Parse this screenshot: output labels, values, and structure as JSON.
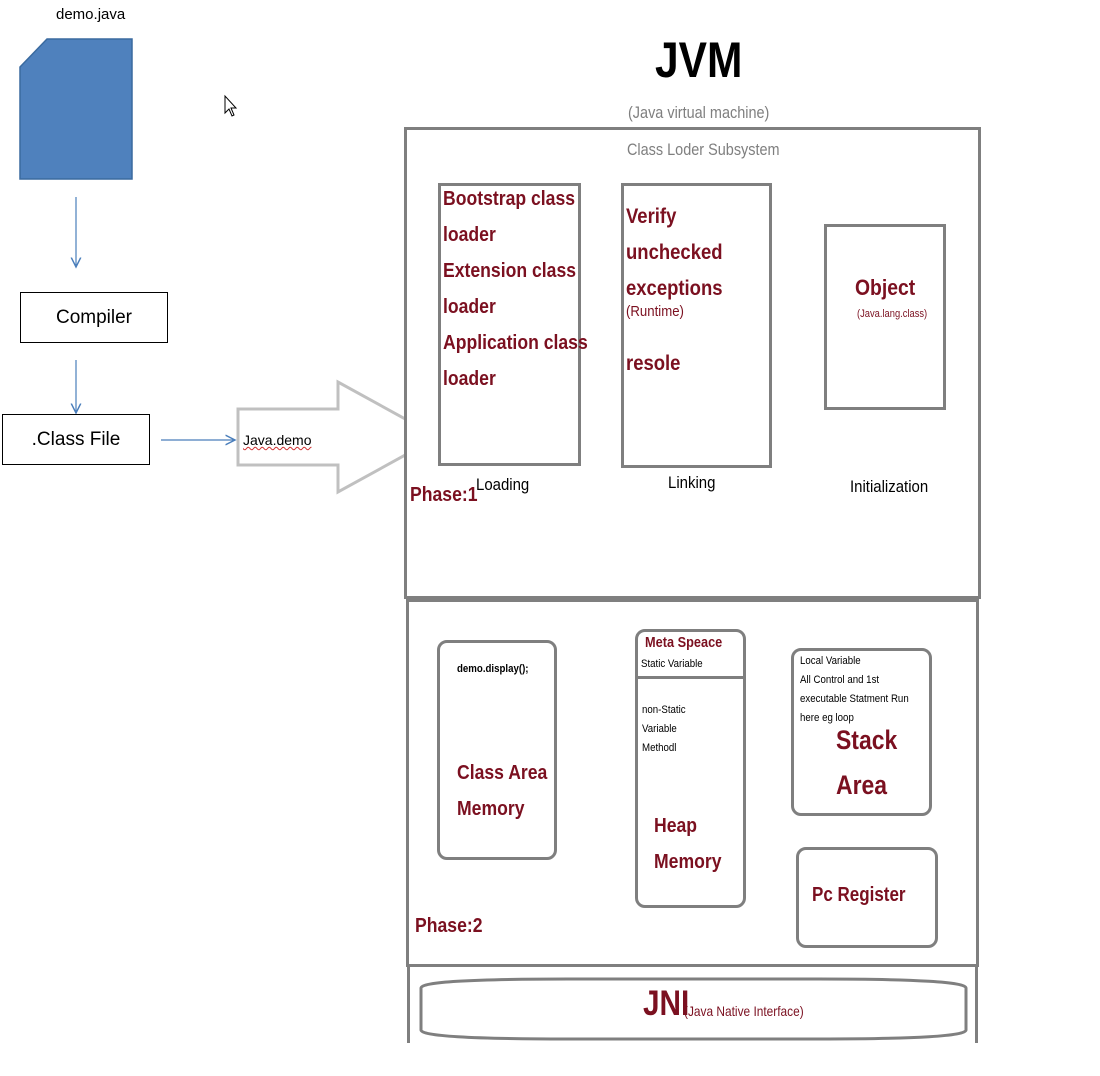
{
  "source_file": "demo.java",
  "compiler_label": "Compiler",
  "class_file_label": ".Class File",
  "input_label": "Java.demo",
  "jvm": {
    "title": "JVM",
    "subtitle": "(Java virtual machine)"
  },
  "class_loader": {
    "heading": "Class Loder Subsystem",
    "phase_label": "Phase:1",
    "loading": {
      "items": [
        "Bootstrap class",
        "loader",
        "Extension class",
        "loader",
        "Application class",
        "loader"
      ],
      "label": "Loading"
    },
    "linking": {
      "lines": [
        "Verify",
        "unchecked",
        "exceptions"
      ],
      "runtime": "(Runtime)",
      "resolve": "resole",
      "label": "Linking"
    },
    "initialization": {
      "title": "Object",
      "subtitle": "(Java.lang.class)",
      "label": "Initialization"
    }
  },
  "runtime_area": {
    "phase_label": "Phase:2",
    "class_area": {
      "code": "demo.display();",
      "title_line1": "Class Area",
      "title_line2": "Memory"
    },
    "heap": {
      "meta_title": "Meta Speace",
      "meta_sub": "Static Variable",
      "notes": [
        "non-Static",
        "Variable",
        "Methodl"
      ],
      "title_line1": "Heap",
      "title_line2": "Memory"
    },
    "stack": {
      "notes": [
        "Local Variable",
        "All Control and 1st",
        "executable Statment Run",
        "here eg loop"
      ],
      "title_line1": "Stack",
      "title_line2": "Area"
    },
    "pc_register": "Pc Register"
  },
  "jni": {
    "title": "JNI",
    "subtitle": "(Java Native Interface)"
  },
  "colors": {
    "maroon": "#7b1020",
    "gray_border": "#7f7f7f",
    "file_blue": "#4f81bd",
    "arrow_blue": "#4a7ebb"
  }
}
